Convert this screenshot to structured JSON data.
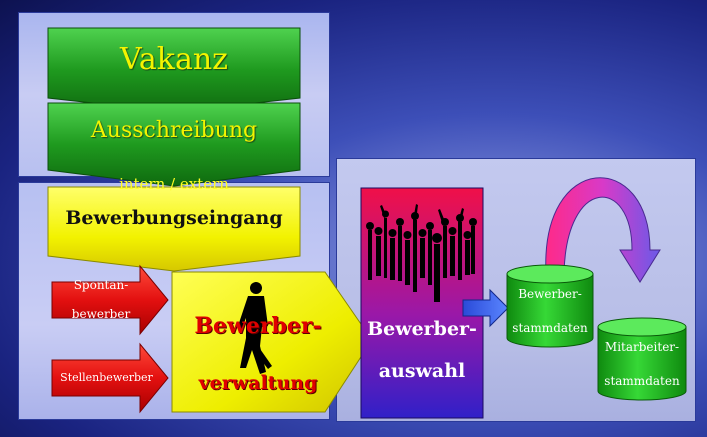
{
  "boxes": {
    "vakanz": "Vakanz",
    "ausschreibung": "Ausschreibung",
    "intern_extern": "intern / extern",
    "bewerbungseingang": "Bewerbungseingang",
    "spontan_line1": "Spontan-",
    "spontan_line2": "bewerber",
    "stellenbewerber": "Stellenbewerber",
    "verwaltung_line1": "Bewerber-",
    "verwaltung_line2": "verwaltung",
    "auswahl_line1": "Bewerber-",
    "auswahl_line2": "auswahl",
    "bewerber_stamm_line1": "Bewerber-",
    "bewerber_stamm_line2": "stammdaten",
    "mitarbeiter_stamm_line1": "Mitarbeiter-",
    "mitarbeiter_stamm_line2": "stammdaten"
  },
  "colors": {
    "green": "#1f9a1f",
    "yellow": "#f2f200",
    "red_arrow": "#e31010",
    "red_text": "#e00000",
    "cylinder": "#22c422",
    "auswahl_top": "#e0104a",
    "auswahl_bottom": "#3020c8",
    "blue_arrow": "#3a64e8"
  },
  "icons": [
    "businessman-figure",
    "crowd-silhouette"
  ]
}
